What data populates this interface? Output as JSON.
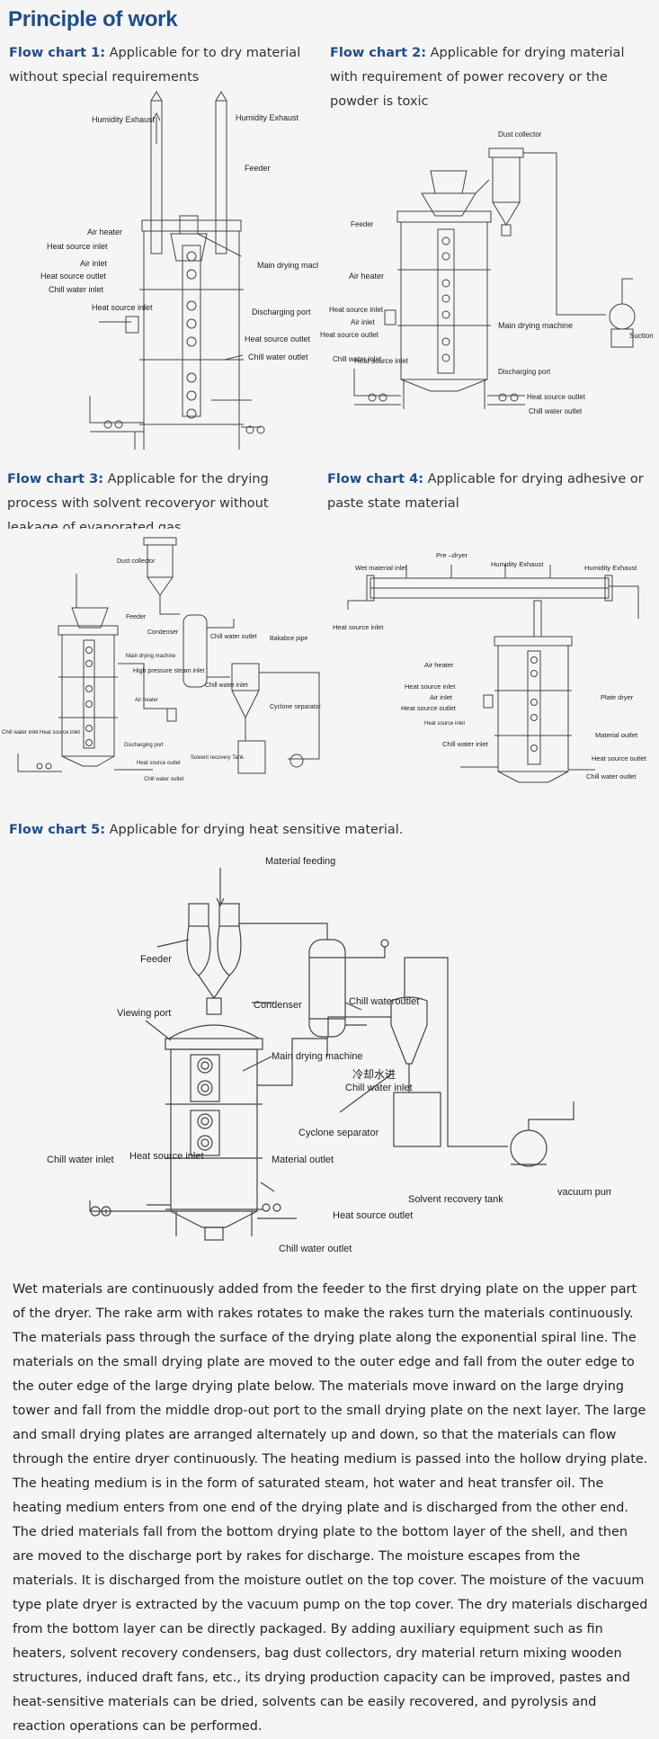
{
  "page": {
    "title": "Principle of work",
    "paragraph": "Wet materials are continuously added from the feeder to the first drying plate on the upper part of the dryer. The rake arm with rakes rotates to make the rakes turn the materials continuously. The materials pass through the surface of the drying plate along the exponential spiral line. The materials on the small drying plate are moved to the outer edge and fall from the outer edge to the outer edge of the large drying plate below. The materials move inward on the large drying tower and fall from the middle drop-out port to the small drying plate on the next layer. The large and small drying plates are arranged alternately up and down, so that the materials can flow through the entire dryer continuously. The heating medium is passed into the hollow drying plate. The heating medium is in the form of saturated steam, hot water and heat transfer oil. The heating medium enters from one end of the drying plate and is discharged from the other end. The dried materials fall from the bottom drying plate to the bottom layer of the shell, and then are moved to the discharge port by rakes for discharge. The moisture escapes from the materials. It is discharged from the moisture outlet on the top cover. The moisture of the vacuum type plate dryer is extracted by the vacuum pump on the top cover. The dry materials discharged from the bottom layer can be directly packaged. By adding auxiliary equipment such as fin heaters, solvent recovery condensers, bag dust collectors, dry material return mixing wooden structures, induced draft fans, etc., its drying production capacity can be improved, pastes and heat-sensitive materials can be dried, solvents can be easily recovered, and pyrolysis and reaction operations can be performed."
  },
  "charts": [
    {
      "heading": "Flow chart 1:",
      "caption": "Applicable for to dry material without special requirements",
      "labels": {
        "humidity_exhaust_left": "Humidity Exhaust",
        "humidity_exhaust_right": "Humidity Exhaust",
        "feeder": "Feeder",
        "air_heater": "Air heater",
        "heat_source_inlet": "Heat source inlet",
        "air_inlet": "Air inlet",
        "heat_source_outlet": "Heat source outlet",
        "chill_water_inlet": "Chill water inlet",
        "heat_source_inlet_2": "Heat source inlet",
        "main_drying_machine": "Main drying machine",
        "discharging_port": "Discharging port",
        "heat_source_outlet_2": "Heat source outlet",
        "chill_water_outlet": "Chill water outlet"
      }
    },
    {
      "heading": "Flow chart 2:",
      "caption": "Applicable for drying material with requirement of power recovery or the powder is toxic",
      "labels": {
        "dust_collector": "Dust collector",
        "feeder": "Feeder",
        "air_heater": "Air heater",
        "heat_source_inlet": "Heat source inlet",
        "air_inlet": "Air inlet",
        "heat_source_outlet": "Heat source outlet",
        "main_drying_machine": "Main drying machine",
        "suction_fan": "Suction fan",
        "chill_water_inlet": "Chill water inlet",
        "heat_source_inlet_2": "Heat source inlet",
        "discharging_port": "Discharging port",
        "heat_source_outlet_2": "Heat source outlet",
        "chill_water_outlet": "Chill water outlet"
      }
    },
    {
      "heading": "Flow chart 3:",
      "caption": "Applicable for the drying process with solvent recoveryor without leakage of evaporated gas",
      "labels": {
        "dust_collector": "Dust collector",
        "feeder": "Feeder",
        "condenser": "Condenser",
        "chill_water_outlet_top": "Chill water outlet",
        "balance_pipe": "Bakabce pipe",
        "main_drying_machine": "Main drying machine",
        "high_pressure_steam_inlet": "High pressure steam inlet",
        "chill_water_inlet_top": "Chill water inlet",
        "cyclone_separator": "Cyclone separator",
        "air_heater": "Air heater",
        "chill_water_inlet": "Chill water inlet",
        "heat_source_inlet": "Heat source inlet",
        "discharging_port": "Discharging port",
        "solvent_recovery_tank": "Solvent recovery Tank",
        "heat_source_outlet": "Heat source outlet",
        "chill_water_outlet": "Chill water outlet"
      }
    },
    {
      "heading": "Flow chart 4:",
      "caption": "Applicable for drying adhesive or paste state material",
      "labels": {
        "pre_dryer": "Pre –dryer",
        "wet_material_inlet": "Wet material inlet",
        "humidity_exhaust_1": "Humidity Exhaust",
        "humidity_exhaust_2": "Humidity Exhaust",
        "heat_source_inlet": "Heat source inlet",
        "air_heater": "Air heater",
        "heat_source_inlet_2": "Heat source inlet",
        "air_inlet": "Air inlet",
        "heat_source_outlet": "Heat source outlet",
        "plate_dryer": "Plate dryer",
        "heat_source_inlet_3": "Heat source inlet",
        "material_outlet": "Material outlet",
        "chill_water_inlet": "Chill water inlet",
        "heat_source_outlet_2": "Heat source outlet",
        "chill_water_outlet": "Chill water outlet"
      }
    },
    {
      "heading": "Flow chart 5:",
      "caption": "Applicable for drying heat sensitive material.",
      "labels": {
        "material_feeding": "Material feeding",
        "feeder": "Feeder",
        "condenser": "Condenser",
        "viewing_port": "Viewing port",
        "chill_water_outlet_top": "Chill wateroutlet",
        "main_drying_machine": "Main drying machine",
        "chinese_label": "冷却水进",
        "chill_water_inlet_top": "Chill water inlet",
        "cyclone_separator": "Cyclone separator",
        "chill_water_inlet": "Chill water inlet",
        "heat_source_inlet": "Heat source inlet",
        "material_outlet": "Material outlet",
        "solvent_recovery_tank": "Solvent recovery tank",
        "vacuum_pump": "vacuum pump",
        "heat_source_outlet": "Heat source outlet",
        "chill_water_outlet": "Chill water outlet"
      }
    }
  ]
}
